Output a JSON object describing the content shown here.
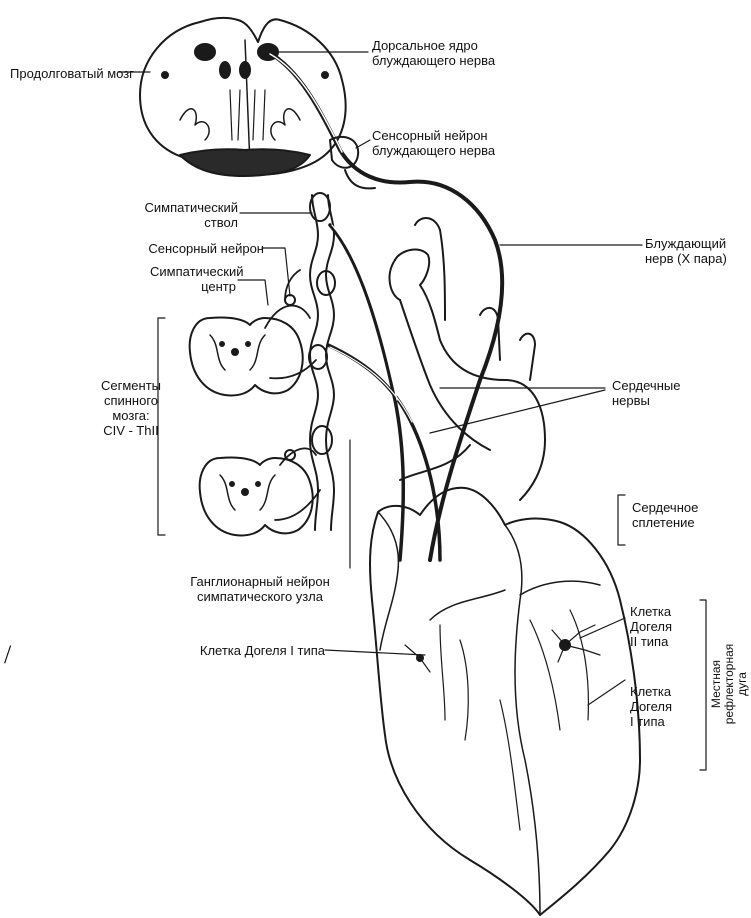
{
  "labels": {
    "medulla": "Продолговатый мозг",
    "dorsal_nucleus": "Дорсальное ядро блуждающего нерва",
    "sensory_vagus": "Сенсорный нейрон блуждающего нерва",
    "sympathetic_trunk": "Симпатический ствол",
    "sensory_neuron": "Сенсорный нейрон",
    "sympathetic_center": "Симпатический центр",
    "vagus_nerve": "Блуждающий нерв (X пара)",
    "spinal_segments_1": "Сегменты",
    "spinal_segments_2": "спинного",
    "spinal_segments_3": "мозга:",
    "spinal_segments_4": "CIV - ThII",
    "cardiac_nerves": "Сердечные нервы",
    "cardiac_plexus": "Сердечное сплетение",
    "ganglionic_neuron_1": "Ганглионарный нейрон",
    "ganglionic_neuron_2": "симпатического узла",
    "dogiel_type1_left": "Клетка Догеля I типа",
    "dogiel_type2_1": "Клетка",
    "dogiel_type2_2": "Догеля",
    "dogiel_type2_3": "II типа",
    "dogiel_type1_right_1": "Клетка",
    "dogiel_type1_right_2": "Догеля",
    "dogiel_type1_right_3": "I типа",
    "local_arc_1": "Местная",
    "local_arc_2": "рефлекторная",
    "local_arc_3": "дуга",
    "stray_mark": "/"
  },
  "colors": {
    "ink": "#1a1a1a",
    "paper": "#ffffff"
  }
}
